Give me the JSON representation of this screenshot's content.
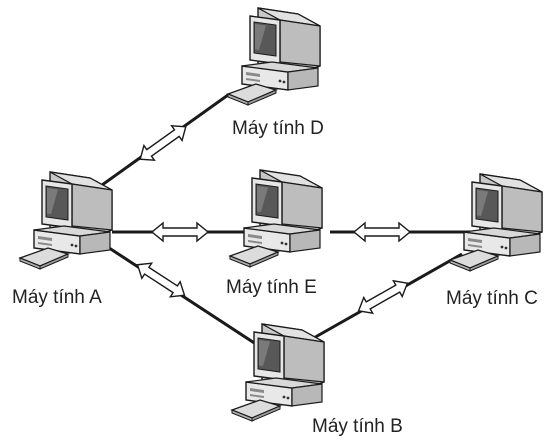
{
  "nodes": {
    "A": {
      "label": "Máy tính A"
    },
    "B": {
      "label": "Máy tính B"
    },
    "C": {
      "label": "Máy tính C"
    },
    "D": {
      "label": "Máy tính D"
    },
    "E": {
      "label": "Máy tính E"
    }
  },
  "links": [
    {
      "from": "A",
      "to": "D"
    },
    {
      "from": "A",
      "to": "E"
    },
    {
      "from": "E",
      "to": "C"
    },
    {
      "from": "A",
      "to": "B"
    },
    {
      "from": "B",
      "to": "C"
    }
  ],
  "colors": {
    "line": "#1a1a1a",
    "case_front": "#e8e8e8",
    "case_side": "#c4c4c4",
    "screen": "#585858",
    "screen_dark": "#303030",
    "keyboard": "#dcdcdc",
    "arrow_fill": "#ffffff"
  },
  "icons": {
    "computer": "desktop-computer-icon",
    "link_arrow": "double-arrow-icon"
  }
}
